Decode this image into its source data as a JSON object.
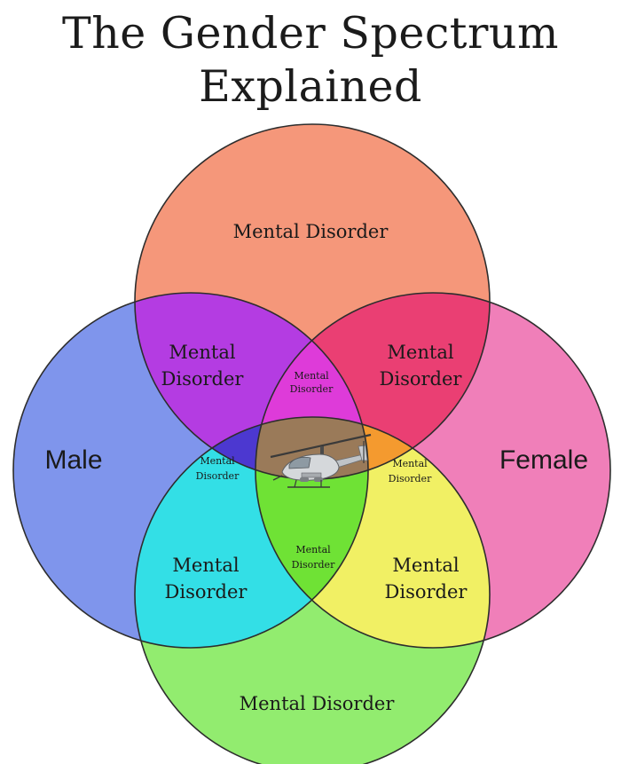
{
  "title": {
    "line1": "The Gender Spectrum",
    "line2": "Explained"
  },
  "colors": {
    "top_circle": "#f5977a",
    "left_circle": "#7f95ec",
    "right_circle": "#f07fb9",
    "bottom_circle": "#92ec6f",
    "top_left_overlap": "#b43ce2",
    "top_right_overlap": "#ea3f73",
    "bottom_left_overlap": "#33dfe6",
    "bottom_right_overlap": "#f1f064",
    "top_center_overlap": "#de3bd9",
    "left_center_overlap": "#4c38d0",
    "right_center_overlap": "#f49a2f",
    "bottom_center_overlap": "#6fe235",
    "center": "#9a7a59"
  },
  "regions": {
    "top": "Mental Disorder",
    "male": "Male",
    "female": "Female",
    "bottom": "Mental Disorder",
    "top_left": [
      "Mental",
      "Disorder"
    ],
    "top_right": [
      "Mental",
      "Disorder"
    ],
    "bottom_left": [
      "Mental",
      "Disorder"
    ],
    "bottom_right": [
      "Mental",
      "Disorder"
    ],
    "top_center": [
      "Mental",
      "Disorder"
    ],
    "left_center": [
      "Mental",
      "Disorder"
    ],
    "right_center": [
      "Mental",
      "Disorder"
    ],
    "bottom_center": [
      "Mental",
      "Disorder"
    ]
  },
  "center_image": "attack-helicopter-icon"
}
